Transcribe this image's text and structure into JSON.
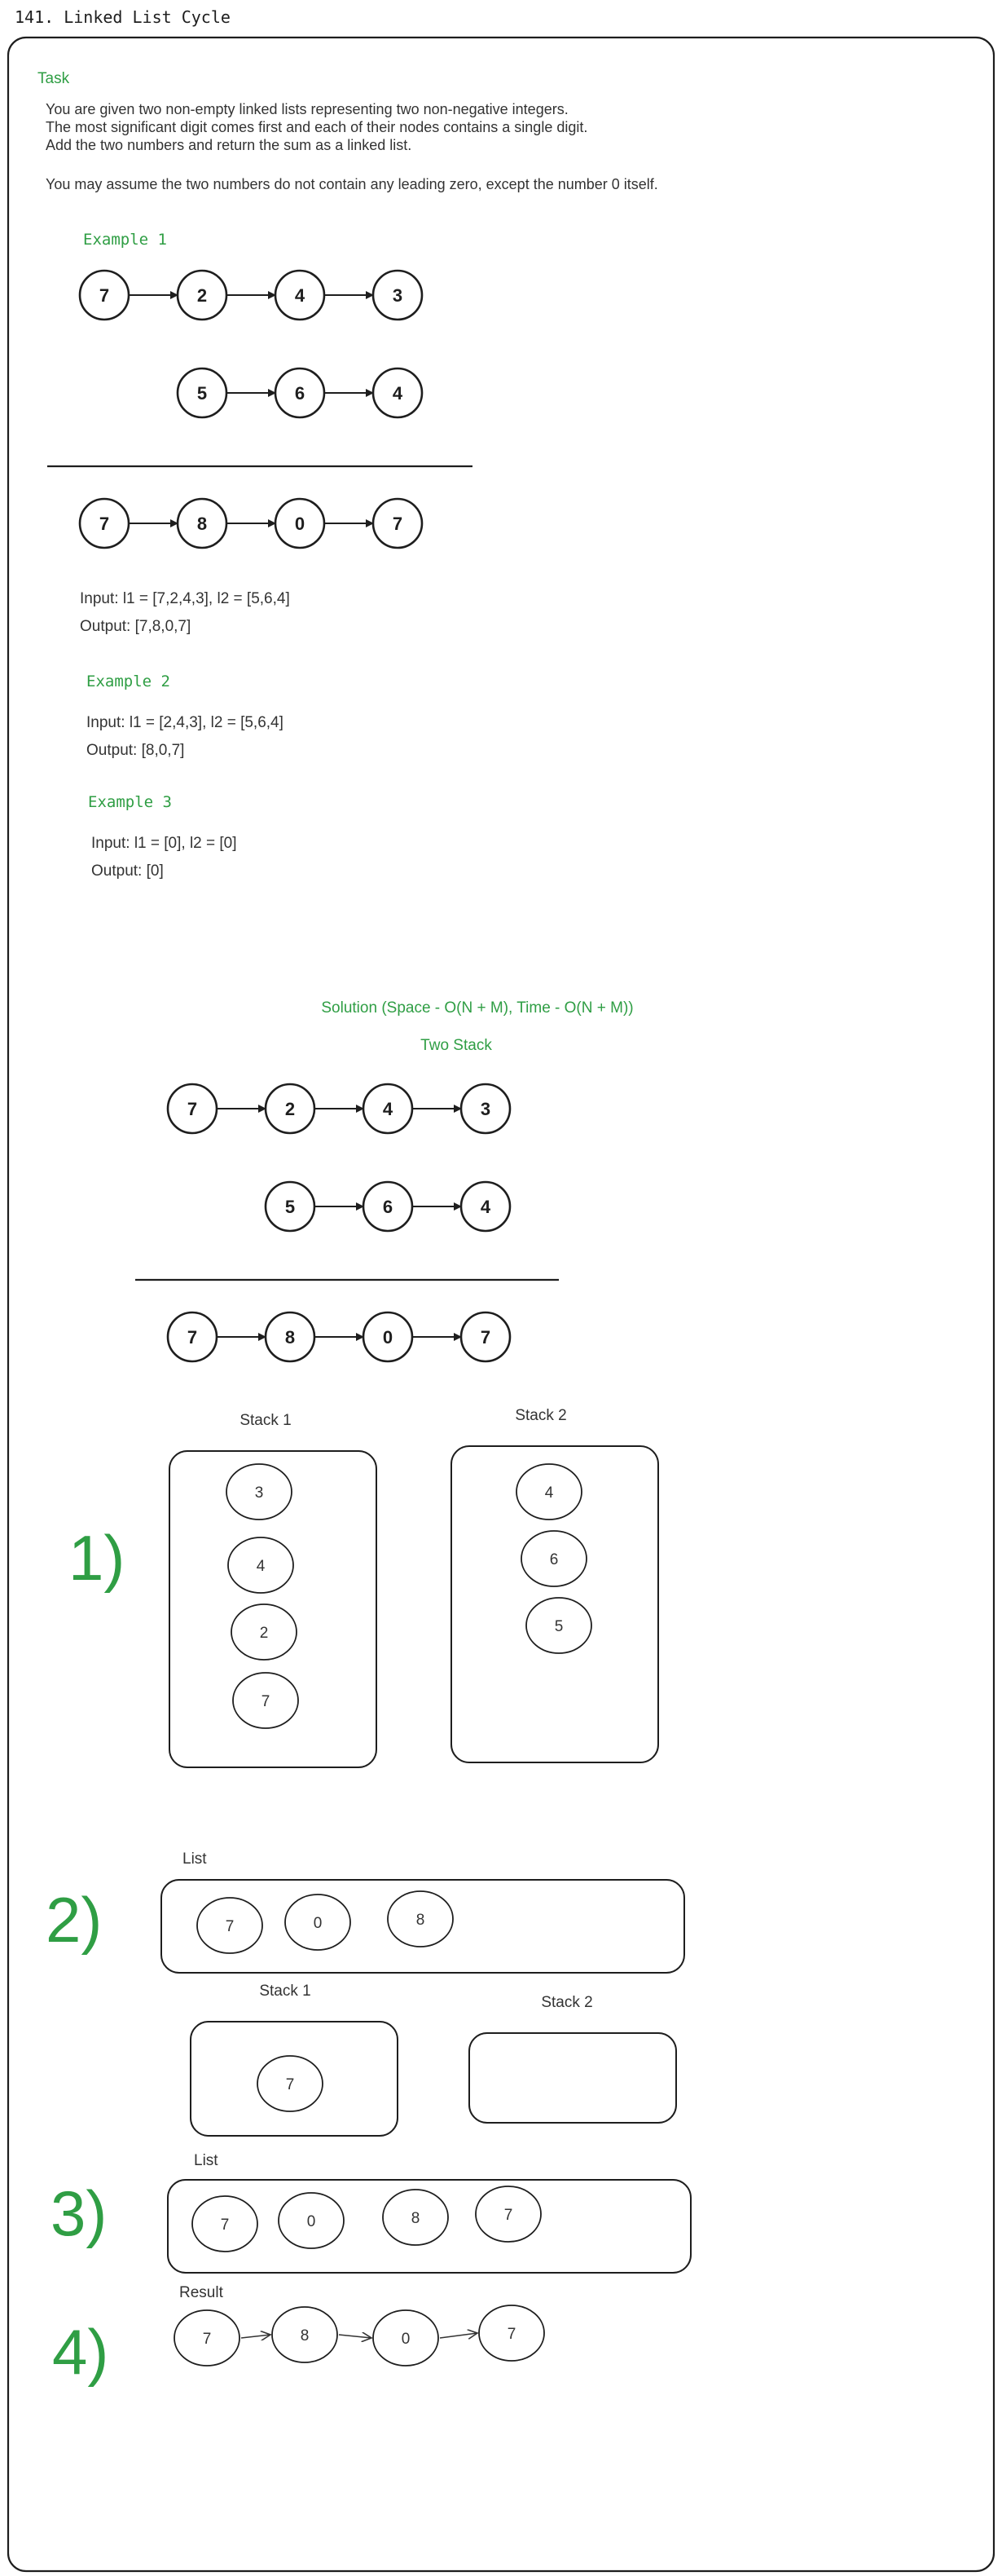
{
  "page": {
    "title": "141. Linked List Cycle"
  },
  "task": {
    "heading": "Task",
    "lines": [
      "You are given two non-empty linked lists representing two non-negative integers.",
      "The most significant digit comes first and each of their nodes contains a single digit.",
      "Add the two numbers and return the sum as a linked list."
    ],
    "note": "You may assume the two numbers do not contain any leading zero, except the number 0 itself."
  },
  "example1": {
    "label": "Example 1",
    "list1": [
      "7",
      "2",
      "4",
      "3"
    ],
    "list2": [
      "5",
      "6",
      "4"
    ],
    "sum": [
      "7",
      "8",
      "0",
      "7"
    ],
    "input": "Input: l1 = [7,2,4,3], l2 = [5,6,4]",
    "output": "Output: [7,8,0,7]"
  },
  "example2": {
    "label": "Example 2",
    "input": "Input: l1 = [2,4,3], l2 = [5,6,4]",
    "output": "Output: [8,0,7]"
  },
  "example3": {
    "label": "Example 3",
    "input": "Input: l1 = [0], l2 = [0]",
    "output": "Output: [0]"
  },
  "solution": {
    "title": "Solution (Space - O(N + M), Time - O(N + M))",
    "subtitle": "Two Stack",
    "list1": [
      "7",
      "2",
      "4",
      "3"
    ],
    "list2": [
      "5",
      "6",
      "4"
    ],
    "sum": [
      "7",
      "8",
      "0",
      "7"
    ]
  },
  "step1": {
    "number": "1)",
    "stack1_label": "Stack 1",
    "stack2_label": "Stack 2",
    "stack1": [
      "3",
      "4",
      "2",
      "7"
    ],
    "stack2": [
      "4",
      "6",
      "5"
    ]
  },
  "step2": {
    "number": "2)",
    "list_label": "List",
    "list": [
      "7",
      "0",
      "8"
    ],
    "stack1_label": "Stack 1",
    "stack2_label": "Stack 2",
    "stack1": [
      "7"
    ]
  },
  "step3": {
    "number": "3)",
    "list_label": "List",
    "list": [
      "7",
      "0",
      "8",
      "7"
    ]
  },
  "step4": {
    "number": "4)",
    "result_label": "Result",
    "result": [
      "7",
      "8",
      "0",
      "7"
    ]
  },
  "colors": {
    "green": "#2f9e44",
    "ink": "#1e1e1e",
    "text": "#333333"
  }
}
